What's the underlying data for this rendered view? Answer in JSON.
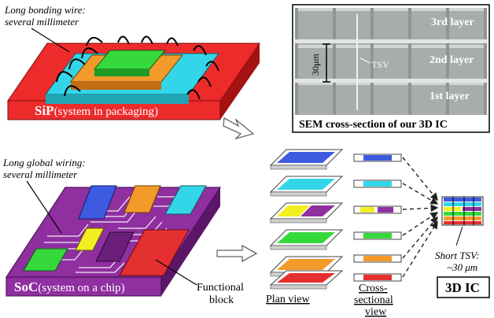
{
  "sip": {
    "wire_note_line1": "Long bonding wire:",
    "wire_note_line2": "several millimeter",
    "label_abbr": "SiP",
    "label_full": "(system in packaging)"
  },
  "soc": {
    "wire_note_line1": "Long global wiring:",
    "wire_note_line2": "several millimeter",
    "label_abbr": "SoC",
    "label_full": "(system on a chip)",
    "block_note_line1": "Functional",
    "block_note_line2": "block"
  },
  "sem": {
    "caption": "SEM cross-section of our 3D IC",
    "layer_3": "3rd layer",
    "layer_2": "2nd layer",
    "layer_1": "1st layer",
    "tsv_label": "TSV",
    "scale_label": "30μm"
  },
  "stack": {
    "plan_view_label": "Plan view",
    "cross_line1": "Cross-",
    "cross_line2": "sectional",
    "cross_line3": "view",
    "short_tsv_line1": "Short TSV:",
    "short_tsv_line2": "~30 μm",
    "ic_label": "3D IC"
  },
  "colors": {
    "sip_base": "#ee2b2b",
    "soc_base": "#8f2fa0",
    "blue": "#3d5be0",
    "cyan": "#33d6e8",
    "yellow": "#f2ee22",
    "green": "#35d93c",
    "orange": "#f39b2a",
    "red": "#e53030",
    "purple": "#8f2fa0"
  }
}
